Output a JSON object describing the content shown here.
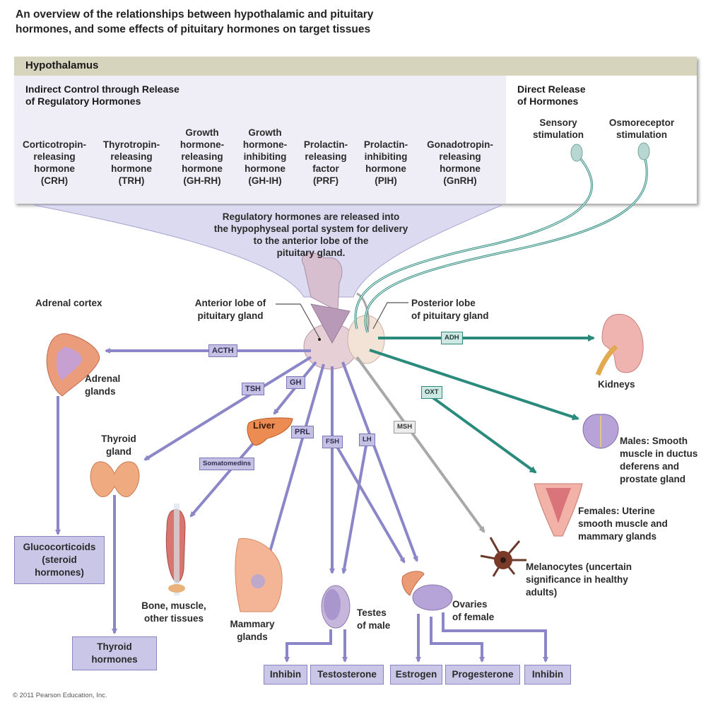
{
  "title": "An overview of the relationships between hypothalamic and pituitary hormones, and some effects of pituitary hormones on target tissues",
  "title_lines": [
    "An overview of the relationships between hypothalamic and pituitary",
    "hormones, and some effects of pituitary hormones on target tissues"
  ],
  "hypothalamus": {
    "title": "Hypothalamus",
    "indirect": {
      "heading": "Indirect Control through Release\nof Regulatory Hormones",
      "hormones": [
        {
          "name": "Corticotropin-\nreleasing\nhormone\n(CRH)"
        },
        {
          "name": "Thyrotropin-\nreleasing\nhormone\n(TRH)"
        },
        {
          "name": "Growth\nhormone-\nreleasing\nhormone\n(GH-RH)"
        },
        {
          "name": "Growth\nhormone-\ninhibiting\nhormone\n(GH-IH)"
        },
        {
          "name": "Prolactin-\nreleasing\nfactor\n(PRF)"
        },
        {
          "name": "Prolactin-\ninhibiting\nhormone\n(PIH)"
        },
        {
          "name": "Gonadotropin-\nreleasing\nhormone\n(GnRH)"
        }
      ]
    },
    "direct": {
      "heading": "Direct Release\nof Hormones",
      "stimuli": [
        "Sensory\nstimulation",
        "Osmoreceptor\nstimulation"
      ]
    }
  },
  "portal_note": "Regulatory hormones are released into\nthe hypophyseal portal system for delivery\nto the anterior lobe of the\npituitary gland.",
  "pituitary": {
    "anterior_label": "Anterior lobe of\npituitary gland",
    "posterior_label": "Posterior lobe\nof pituitary gland"
  },
  "hormone_tags": {
    "acth": "ACTH",
    "tsh": "TSH",
    "gh": "GH",
    "prl": "PRL",
    "fsh": "FSH",
    "lh": "LH",
    "msh": "MSH",
    "adh": "ADH",
    "oxt": "OXT",
    "somatomedins": "Somatomedins",
    "liver": "Liver"
  },
  "targets": {
    "adrenal_cortex": "Adrenal cortex",
    "adrenal_glands": "Adrenal\nglands",
    "thyroid_gland": "Thyroid\ngland",
    "bone_muscle": "Bone, muscle,\nother tissues",
    "mammary": "Mammary\nglands",
    "testes": "Testes\nof male",
    "ovaries": "Ovaries\nof female",
    "melanocytes": "Melanocytes (uncertain\nsignificance in healthy\nadults)",
    "kidneys": "Kidneys",
    "males_smooth": "Males: Smooth\nmuscle in ductus\ndeferens and\nprostate gland",
    "females_uterine": "Females: Uterine\nsmooth muscle and\nmammary glands"
  },
  "outputs": {
    "glucocorticoids": "Glucocorticoids\n(steroid\nhormones)",
    "thyroid_hormones": "Thyroid\nhormones",
    "inhibin_male": "Inhibin",
    "testosterone": "Testosterone",
    "estrogen": "Estrogen",
    "progesterone": "Progesterone",
    "inhibin_female": "Inhibin"
  },
  "copyright": "© 2011 Pearson Education, Inc.",
  "colors": {
    "purple_arrow": "#8a86c8",
    "teal_arrow": "#2a8a7c",
    "gray_arrow": "#a8a8a8",
    "header_band": "#d6d4bd",
    "panel_bg": "#efeef7"
  }
}
